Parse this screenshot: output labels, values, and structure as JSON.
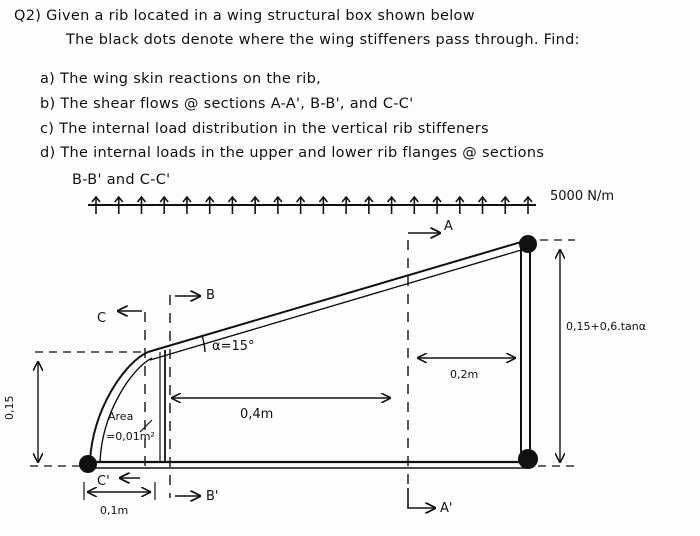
{
  "problem": {
    "title_line": "Q2) Given a rib located in a wing structural box shown below",
    "title_line_cont": "The black dots denote where the wing stiffeners pass through. Find:",
    "items": [
      "a) The wing skin reactions on the rib,",
      "b) The shear flows @ sections A-A', B-B', and C-C'",
      "c) The internal load distribution in the vertical rib stiffeners",
      "d) The internal loads in the upper and lower rib flanges @ sections",
      "B-B' and C-C'"
    ]
  },
  "diagram": {
    "distributed_load": "5000 N/m",
    "section_labels": {
      "a_top": "A",
      "a_bottom": "A'",
      "b_top": "B",
      "b_bottom": "B'",
      "c_top": "C",
      "c_bottom": "C'"
    },
    "angle_label": "α=15°",
    "area_label_1": "Area",
    "area_label_2": "=0,01m²",
    "dim_right_height": "0,15+0,6.tanα",
    "dim_left_height": "0,15",
    "dim_bottom_left": "0,1m",
    "dim_middle": "0,4m",
    "dim_right": "0,2m"
  }
}
